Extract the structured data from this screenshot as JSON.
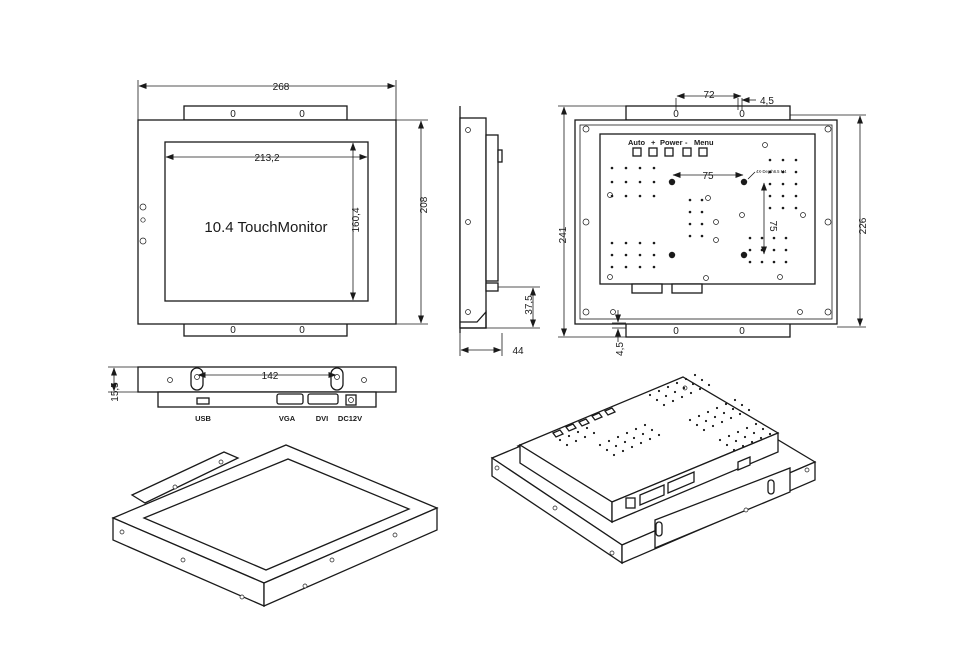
{
  "front_view": {
    "title": "10.4 TouchMonitor",
    "dims": {
      "width": "268",
      "screen_width": "213,2",
      "screen_height": "160,4",
      "height": "208"
    },
    "bracket_marks": [
      "0",
      "0",
      "0",
      "0"
    ]
  },
  "side_view": {
    "dims": {
      "depth": "44",
      "bracket": "37,5"
    }
  },
  "back_view": {
    "button_labels": {
      "auto": "Auto",
      "plus": "+",
      "power": "Power",
      "minus": "-",
      "menu": "Menu"
    },
    "dims": {
      "bracket_offset": "72",
      "bracket_hole": "4,5",
      "vesa_h": "75",
      "vesa_v": "75",
      "height": "241",
      "width": "226",
      "bottom": "4,5"
    },
    "vesa_note": "4X-Depth6.5 M4",
    "bracket_marks": [
      "0",
      "0",
      "0",
      "0"
    ]
  },
  "bottom_view": {
    "dims": {
      "spacing": "142",
      "height": "15,5"
    },
    "ports": {
      "usb": "USB",
      "vga": "VGA",
      "dvi": "DVI",
      "dc": "DC12V"
    }
  },
  "colors": {
    "line": "#1a1a1a",
    "background": "#ffffff"
  }
}
